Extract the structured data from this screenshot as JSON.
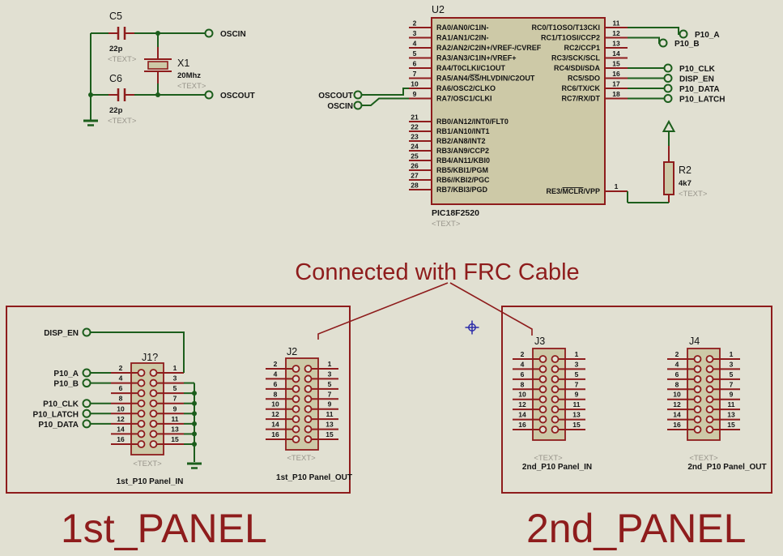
{
  "colors": {
    "background": "#E1E0D2",
    "maroon": "#8E1C1C",
    "wire_green": "#1C5E1C",
    "component_fill": "#CDC9A7",
    "pad_fill": "#E1E0D2",
    "gray_text": "#98958B",
    "blue_marker": "#2C2CAA",
    "black_text": "#141414"
  },
  "oscillator": {
    "c5": {
      "ref": "C5",
      "value": "22p",
      "text": "<TEXT>"
    },
    "c6": {
      "ref": "C6",
      "value": "22p",
      "text": "<TEXT>"
    },
    "x1": {
      "ref": "X1",
      "value": "20Mhz",
      "text": "<TEXT>"
    },
    "oscin_label": "OSCIN",
    "oscout_label": "OSCOUT"
  },
  "chip": {
    "ref": "U2",
    "part": "PIC18F2520",
    "text": "<TEXT>",
    "oscout_terminal": "OSCOUT",
    "oscin_terminal": "OSCIN",
    "left_pins_a": [
      {
        "num": "2",
        "label": "RA0/AN0/C1IN-"
      },
      {
        "num": "3",
        "label": "RA1/AN1/C2IN-"
      },
      {
        "num": "4",
        "label": "RA2/AN2/C2IN+/VREF-/CVREF"
      },
      {
        "num": "5",
        "label": "RA3/AN3/C1IN+/VREF+"
      },
      {
        "num": "6",
        "label": "RA4/T0CLKI/C1OUT"
      },
      {
        "num": "7",
        "label": "RA5/AN4/SS/HLVDIN/C2OUT",
        "overline": "SS"
      },
      {
        "num": "10",
        "label": "RA6/OSC2/CLKO"
      },
      {
        "num": "9",
        "label": "RA7/OSC1/CLKI"
      }
    ],
    "left_pins_b": [
      {
        "num": "21",
        "label": "RB0/AN12/INT0/FLT0"
      },
      {
        "num": "22",
        "label": "RB1/AN10/INT1"
      },
      {
        "num": "23",
        "label": "RB2/AN8/INT2"
      },
      {
        "num": "24",
        "label": "RB3/AN9/CCP2"
      },
      {
        "num": "25",
        "label": "RB4/AN11/KBI0"
      },
      {
        "num": "26",
        "label": "RB5/KBI1/PGM"
      },
      {
        "num": "27",
        "label": "RB6//KBI2/PGC"
      },
      {
        "num": "28",
        "label": "RB7/KBI3/PGD"
      }
    ],
    "right_pins": [
      {
        "num": "11",
        "label": "RC0/T1OSO/T13CKI",
        "terminal": "P10_A"
      },
      {
        "num": "12",
        "label": "RC1/T1OSI/CCP2",
        "terminal": "P10_B"
      },
      {
        "num": "13",
        "label": "RC2/CCP1",
        "terminal": ""
      },
      {
        "num": "14",
        "label": "RC3/SCK/SCL",
        "terminal": ""
      },
      {
        "num": "15",
        "label": "RC4/SDI/SDA",
        "terminal": "P10_CLK"
      },
      {
        "num": "16",
        "label": "RC5/SDO",
        "terminal": "DISP_EN"
      },
      {
        "num": "17",
        "label": "RC6/TX/CK",
        "terminal": "P10_DATA"
      },
      {
        "num": "18",
        "label": "RC7/RX/DT",
        "terminal": "P10_LATCH"
      }
    ],
    "pin1": {
      "num": "1",
      "label": "RE3/MCLR/VPP",
      "overline": "MCLR"
    }
  },
  "r2": {
    "ref": "R2",
    "value": "4k7",
    "text": "<TEXT>"
  },
  "frc": {
    "label": "Connected with FRC Cable"
  },
  "panels": [
    {
      "title": "1st_PANEL"
    },
    {
      "title": "2nd_PANEL"
    }
  ],
  "connectors": [
    {
      "ref": "J1?",
      "text": "<TEXT>",
      "caption": "1st_P10 Panel_IN",
      "left_nums": [
        "2",
        "4",
        "6",
        "8",
        "10",
        "12",
        "14",
        "16"
      ],
      "right_nums": [
        "1",
        "3",
        "5",
        "7",
        "9",
        "11",
        "13",
        "15"
      ],
      "terminals": [
        "DISP_EN",
        "P10_A",
        "P10_B",
        "P10_CLK",
        "P10_LATCH",
        "P10_DATA"
      ]
    },
    {
      "ref": "J2",
      "text": "<TEXT>",
      "caption": "1st_P10 Panel_OUT",
      "left_nums": [
        "2",
        "4",
        "6",
        "8",
        "10",
        "12",
        "14",
        "16"
      ],
      "right_nums": [
        "1",
        "3",
        "5",
        "7",
        "9",
        "11",
        "13",
        "15"
      ]
    },
    {
      "ref": "J3",
      "text": "<TEXT>",
      "caption": "2nd_P10 Panel_IN",
      "left_nums": [
        "2",
        "4",
        "6",
        "8",
        "10",
        "12",
        "14",
        "16"
      ],
      "right_nums": [
        "1",
        "3",
        "5",
        "7",
        "9",
        "11",
        "13",
        "15"
      ]
    },
    {
      "ref": "J4",
      "text": "<TEXT>",
      "caption": "2nd_P10 Panel_OUT",
      "left_nums": [
        "2",
        "4",
        "6",
        "8",
        "10",
        "12",
        "14",
        "16"
      ],
      "right_nums": [
        "1",
        "3",
        "5",
        "7",
        "9",
        "11",
        "13",
        "15"
      ]
    }
  ]
}
